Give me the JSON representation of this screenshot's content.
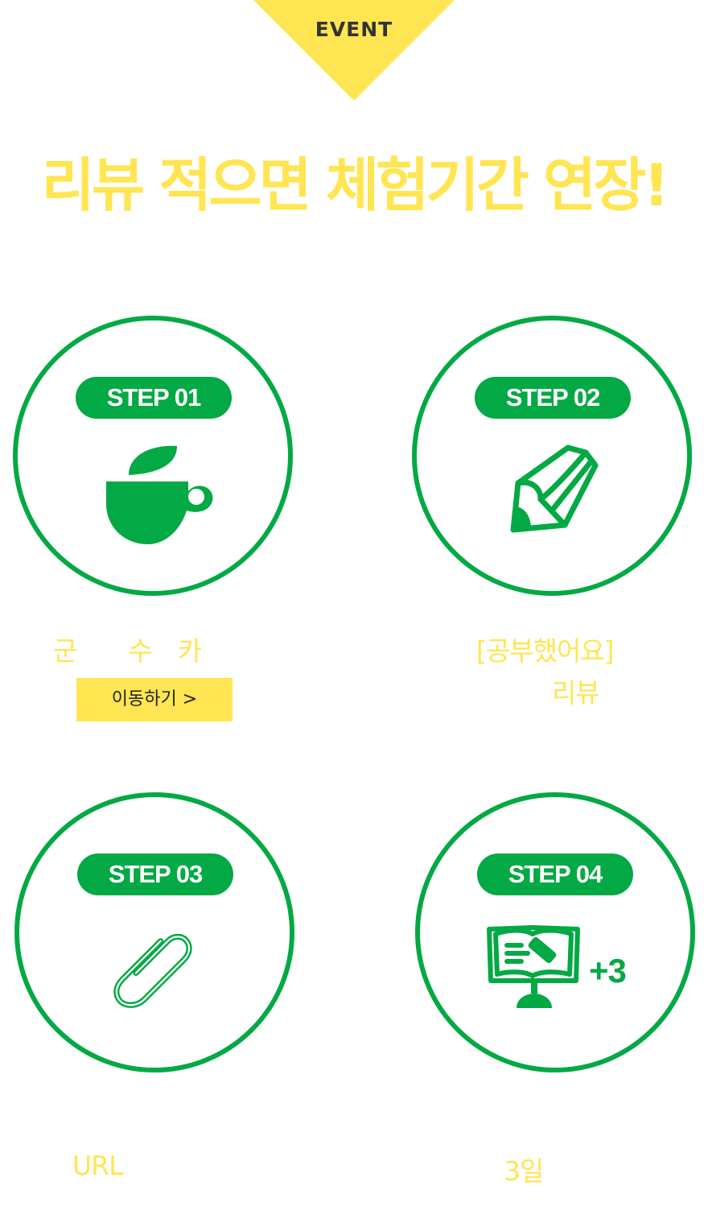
{
  "header": {
    "event_label": "EVENT",
    "headline": "리뷰 적으면 체험기간 연장!"
  },
  "colors": {
    "accent_yellow": "#ffe552",
    "brand_green": "#03a944"
  },
  "steps": [
    {
      "label": "STEP 01",
      "icon": "coffee-cup-icon",
      "desc_lines": [
        "군　　수　카"
      ],
      "button_label": "이동하기  >"
    },
    {
      "label": "STEP 02",
      "icon": "pencil-icon",
      "desc_lines": [
        "[공부했어요]",
        "리뷰"
      ]
    },
    {
      "label": "STEP 03",
      "icon": "paperclip-icon",
      "desc_lines": [
        "URL"
      ]
    },
    {
      "label": "STEP 04",
      "icon": "monitor-book-icon",
      "badge": "+3",
      "desc_lines": [
        "3일"
      ]
    }
  ]
}
